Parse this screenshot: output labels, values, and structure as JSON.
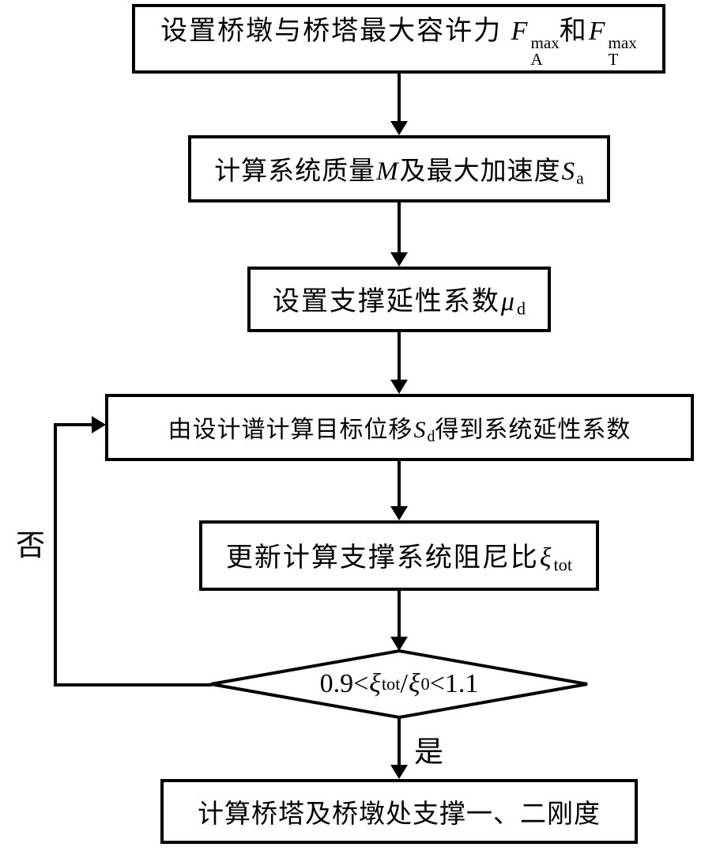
{
  "flowchart": {
    "background_color": "#ffffff",
    "stroke_color": "#000000",
    "labels": {
      "no": "否",
      "yes": "是"
    },
    "nodes": {
      "step1": {
        "shape": "rect",
        "text": "设置桥墩与桥塔最大容许力 F_A^max 和 F_T^max",
        "segments": [
          {
            "t": "text",
            "v": "设置桥墩与桥塔最大容许力 "
          },
          {
            "t": "var",
            "v": "F"
          },
          {
            "t": "supsub",
            "sup": "max",
            "sub": "A"
          },
          {
            "t": "text",
            "v": "和"
          },
          {
            "t": "var",
            "v": "F"
          },
          {
            "t": "supsub",
            "sup": "max",
            "sub": "T"
          }
        ]
      },
      "step2": {
        "shape": "rect",
        "text": "计算系统质量M及最大加速度S_a",
        "segments": [
          {
            "t": "text",
            "v": "计算系统质量"
          },
          {
            "t": "var",
            "v": "M"
          },
          {
            "t": "text",
            "v": "及最大加速度"
          },
          {
            "t": "var",
            "v": "S"
          },
          {
            "t": "sub",
            "v": "a"
          }
        ]
      },
      "step3": {
        "shape": "rect",
        "text": "设置支撑延性系数μ_d",
        "segments": [
          {
            "t": "text",
            "v": "设置支撑延性系数"
          },
          {
            "t": "var",
            "v": "μ"
          },
          {
            "t": "sub",
            "v": "d"
          }
        ]
      },
      "step4": {
        "shape": "rect",
        "text": "由设计谱计算目标位移S_d得到系统延性系数",
        "segments": [
          {
            "t": "text",
            "v": "由设计谱计算目标位移"
          },
          {
            "t": "var",
            "v": "S"
          },
          {
            "t": "sub",
            "v": "d"
          },
          {
            "t": "text",
            "v": "得到系统延性系数"
          }
        ]
      },
      "step5": {
        "shape": "rect",
        "text": "更新计算支撑系统阻尼比ξ_tot",
        "segments": [
          {
            "t": "text",
            "v": "更新计算支撑系统阻尼比"
          },
          {
            "t": "var",
            "v": "ξ"
          },
          {
            "t": "sub",
            "v": "tot"
          }
        ]
      },
      "decision": {
        "shape": "diamond",
        "text": "0.9<ξ_tot/ξ_0<1.1",
        "segments": [
          {
            "t": "text",
            "v": "0.9<"
          },
          {
            "t": "var",
            "v": "ξ"
          },
          {
            "t": "sub",
            "v": "tot"
          },
          {
            "t": "text",
            "v": "/"
          },
          {
            "t": "var",
            "v": "ξ"
          },
          {
            "t": "sub",
            "v": "0"
          },
          {
            "t": "text",
            "v": "<1.1"
          }
        ]
      },
      "step6": {
        "shape": "rect",
        "text": "计算桥塔及桥墩处支撑一、二刚度",
        "segments": [
          {
            "t": "text",
            "v": "计算桥塔及桥墩处支撑一、二刚度"
          }
        ]
      }
    }
  }
}
